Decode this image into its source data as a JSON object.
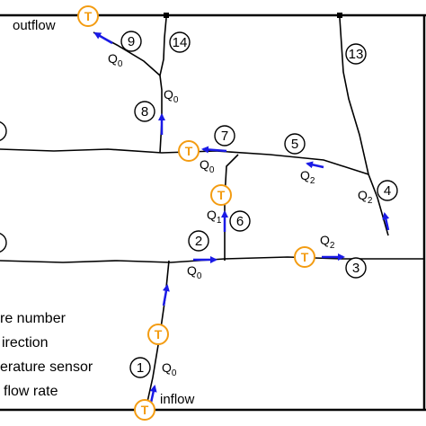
{
  "labels": {
    "outflow": "outflow",
    "inflow": "inflow"
  },
  "legend": [
    "re number",
    "irection",
    "erature sensor",
    "flow rate"
  ],
  "nodes": [
    "1",
    "2",
    "3",
    "4",
    "5",
    "6",
    "7",
    "8",
    "9",
    "13",
    "14"
  ],
  "flows": [
    {
      "q": "Q",
      "sub": "0"
    },
    {
      "q": "Q",
      "sub": "0"
    },
    {
      "q": "Q",
      "sub": "0"
    },
    {
      "q": "Q",
      "sub": "0"
    },
    {
      "q": "Q",
      "sub": "0"
    },
    {
      "q": "Q",
      "sub": "1"
    },
    {
      "q": "Q",
      "sub": "2"
    },
    {
      "q": "Q",
      "sub": "2"
    },
    {
      "q": "Q",
      "sub": "2"
    }
  ],
  "sensor_letter": "T",
  "colors": {
    "line": "#000000",
    "arrow": "#1a1ae6",
    "sensor": "#f39c12"
  }
}
